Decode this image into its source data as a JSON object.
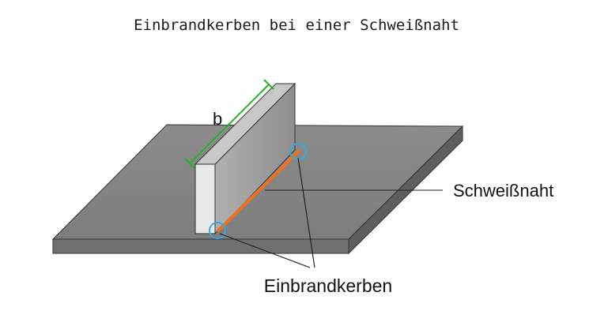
{
  "title": "Einbrandkerben bei einer Schweißnaht",
  "labels": {
    "width": "b",
    "weld_seam": "Schweißnaht",
    "undercuts": "Einbrandkerben"
  },
  "colors": {
    "plate_top": "#8a8a8a",
    "plate_side": "#6e6e6e",
    "wall_face": "#9a9a9a",
    "wall_front": "#e6e6e6",
    "wall_top": "#c4c4c4",
    "dimension": "#22b522",
    "weld": "#f07020",
    "marker": "#3aa8e0",
    "leader": "#222222"
  }
}
